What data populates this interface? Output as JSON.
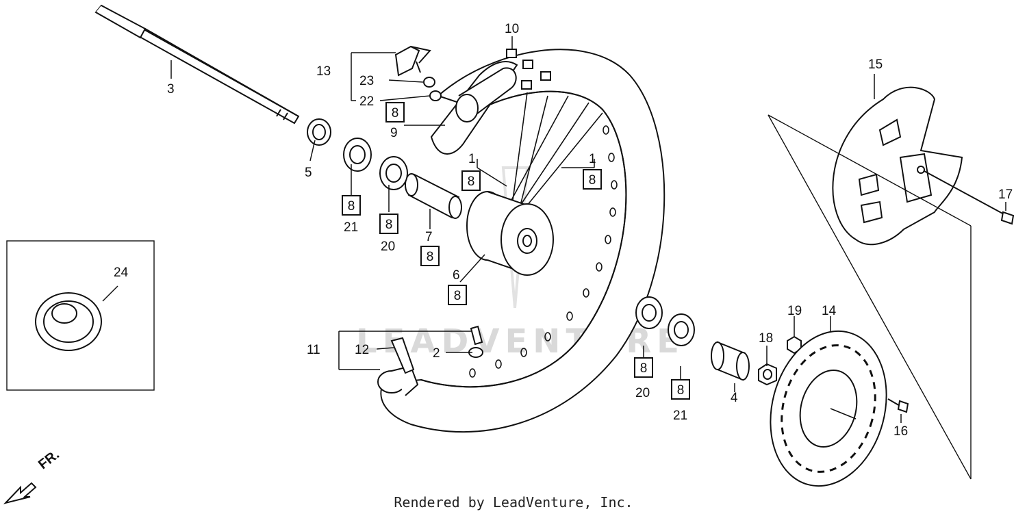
{
  "footer": "Rendered by LeadVenture, Inc.",
  "watermark": "LEADVENTURE",
  "direction_label": "FR.",
  "callouts": {
    "n1a": "1",
    "n1b": "1",
    "n2": "2",
    "n3": "3",
    "n4": "4",
    "n5": "5",
    "n6": "6",
    "n7": "7",
    "n9": "9",
    "n10": "10",
    "n11": "11",
    "n12": "12",
    "n13": "13",
    "n14": "14",
    "n15": "15",
    "n16": "16",
    "n17": "17",
    "n18": "18",
    "n19": "19",
    "n20a": "20",
    "n20b": "20",
    "n21a": "21",
    "n21b": "21",
    "n22": "22",
    "n23": "23",
    "n24": "24"
  },
  "boxed_ref": "8",
  "colors": {
    "line": "#111111",
    "watermark": "#d9d9d9"
  }
}
